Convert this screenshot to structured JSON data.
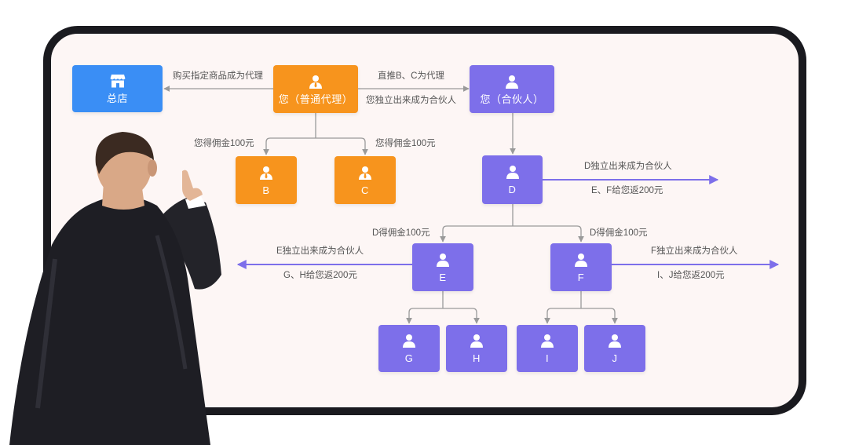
{
  "nodes": {
    "hq": "总店",
    "you_agent": "您（普通代理）",
    "you_partner": "您（合伙人）",
    "b": "B",
    "c": "C",
    "d": "D",
    "e": "E",
    "f": "F",
    "g": "G",
    "h": "H",
    "i": "I",
    "j": "J"
  },
  "edges": {
    "buy_to_agent": "购买指定商品成为代理",
    "direct_bc": "直推B、C为代理",
    "you_independent": "您独立出来成为合伙人",
    "you_comm_b": "您得佣金100元",
    "you_comm_c": "您得佣金100元",
    "d_independent": "D独立出来成为合伙人",
    "ef_rebate": "E、F给您返200元",
    "d_comm_e": "D得佣金100元",
    "d_comm_f": "D得佣金100元",
    "e_independent": "E独立出来成为合伙人",
    "gh_rebate": "G、H给您返200元",
    "f_independent": "F独立出来成为合伙人",
    "ij_rebate": "I、J给您返200元"
  },
  "colors": {
    "hq": "#3a8ef5",
    "agent": "#f7941d",
    "partner": "#7d6fea",
    "connector": "#9a9a9a",
    "partner_arrow": "#7d6fea",
    "frame": "#1a1a1f",
    "board": "#fdf6f5"
  },
  "icons": {
    "hq": "store-icon",
    "agent": "agent-person-icon",
    "partner": "user-icon"
  }
}
